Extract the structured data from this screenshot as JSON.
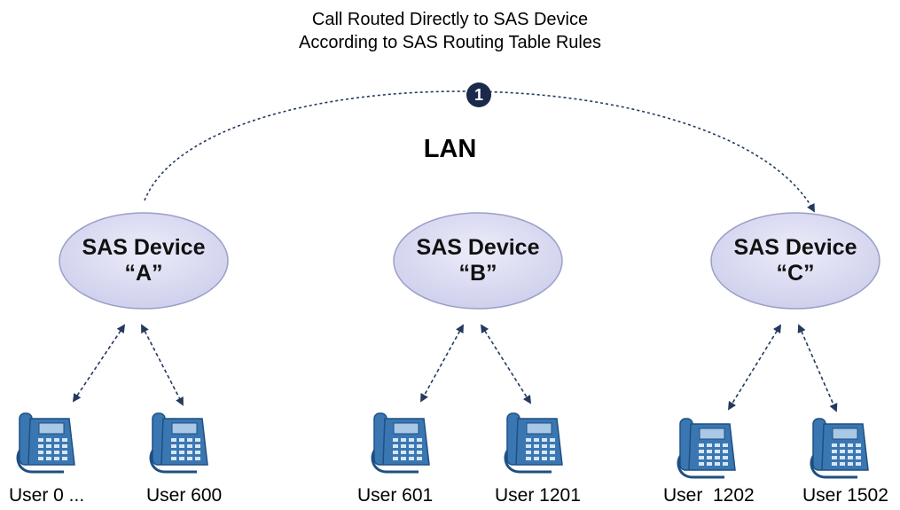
{
  "caption": {
    "line1": "Call Routed Directly to SAS Device",
    "line2": "According to SAS Routing Table Rules"
  },
  "step": "1",
  "network_label": "LAN",
  "devices": [
    {
      "line1": "SAS Device",
      "line2": "“A”"
    },
    {
      "line1": "SAS Device",
      "line2": "“B”"
    },
    {
      "line1": "SAS Device",
      "line2": "“C”"
    }
  ],
  "users": [
    "User 0 ...",
    "User 600",
    "User 601",
    "User 1201",
    "User  1202",
    "User 1502"
  ],
  "colors": {
    "ellipse_fill": "#dcdcf2",
    "ellipse_stroke": "#9aa0c6",
    "phone_fill": "#3a77b2",
    "phone_dark": "#1f4f82",
    "step_fill": "#1b2a4a",
    "connector": "#243a5e"
  }
}
